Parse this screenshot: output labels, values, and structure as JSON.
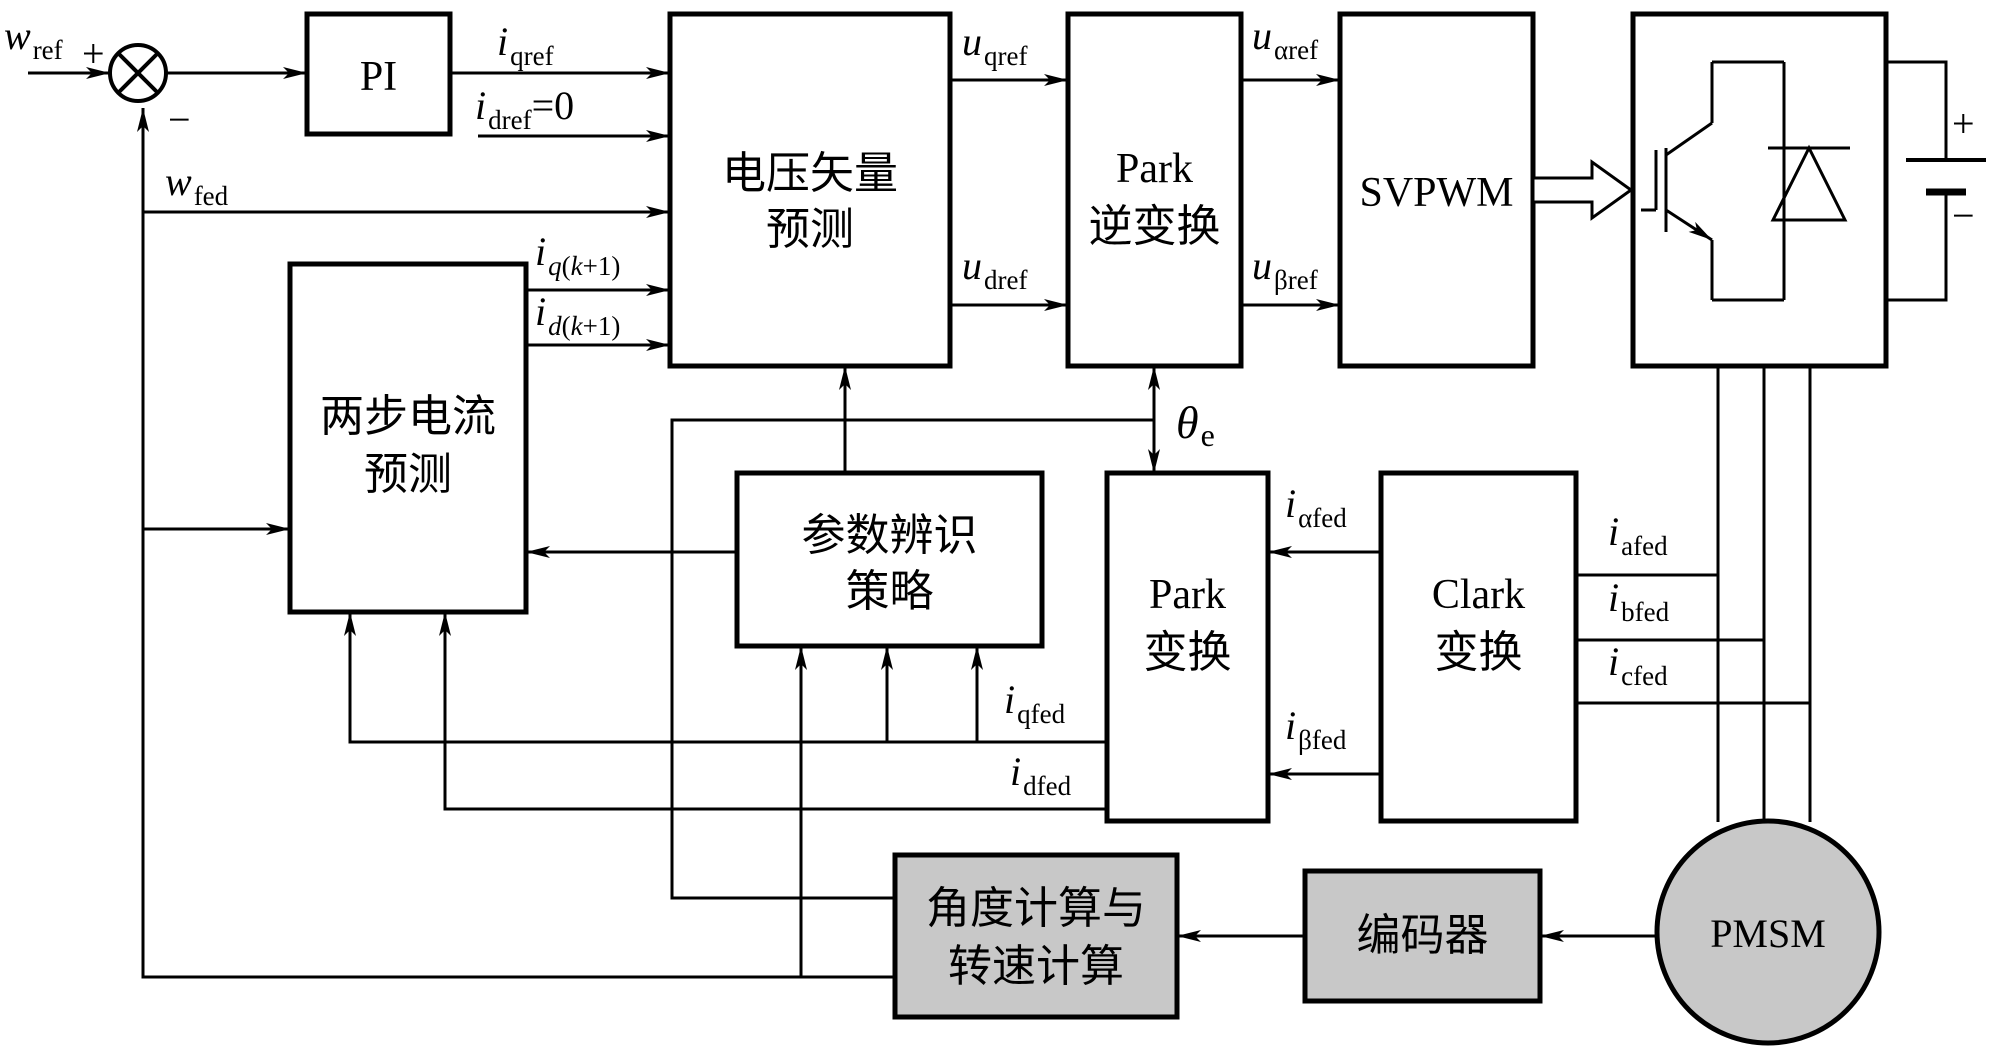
{
  "blocks": {
    "pi": "PI",
    "voltage_prediction": [
      "电压矢量",
      "预测"
    ],
    "park_inverse": [
      "Park",
      "逆变换"
    ],
    "svpwm": "SVPWM",
    "two_step_prediction": [
      "两步电流",
      "预测"
    ],
    "param_id": [
      "参数辨识",
      "策略"
    ],
    "park": [
      "Park",
      "变换"
    ],
    "clark": [
      "Clark",
      "变换"
    ],
    "angle_speed": [
      "角度计算与",
      "转速计算"
    ],
    "encoder": "编码器",
    "pmsm": "PMSM"
  },
  "signals": {
    "w_ref": {
      "main": "w",
      "sub": "ref"
    },
    "w_fed": {
      "main": "w",
      "sub": "fed"
    },
    "i_qref": {
      "main": "i",
      "sub": "qref"
    },
    "i_dref": {
      "main": "i",
      "sub": "dref",
      "suffix": "=0"
    },
    "u_qref": {
      "main": "u",
      "sub": "qref"
    },
    "u_dref": {
      "main": "u",
      "sub": "dref"
    },
    "u_alpha_ref": {
      "main": "u",
      "sub": "αref"
    },
    "u_beta_ref": {
      "main": "u",
      "sub": "βref"
    },
    "i_q_k1": {
      "main": "i",
      "sub_var": "q",
      "sub_rest": "(",
      "sub_k": "k",
      "sub_end": "+1)"
    },
    "i_d_k1": {
      "main": "i",
      "sub_var": "d",
      "sub_rest": "(",
      "sub_k": "k",
      "sub_end": "+1)"
    },
    "theta_e": {
      "main": "θ",
      "sub": "e"
    },
    "i_alpha_fed": {
      "main": "i",
      "sub": "αfed"
    },
    "i_beta_fed": {
      "main": "i",
      "sub": "βfed"
    },
    "i_afed": {
      "main": "i",
      "sub": "afed"
    },
    "i_bfed": {
      "main": "i",
      "sub": "bfed"
    },
    "i_cfed": {
      "main": "i",
      "sub": "cfed"
    },
    "i_qfed": {
      "main": "i",
      "sub": "qfed"
    },
    "i_dfed": {
      "main": "i",
      "sub": "dfed"
    }
  },
  "summing_signs": {
    "plus": "+",
    "minus": "−"
  },
  "battery_signs": {
    "plus": "+",
    "minus": "−"
  },
  "colors": {
    "line": "#000000",
    "grey_block": "#c8c8c8",
    "background": "#ffffff"
  }
}
